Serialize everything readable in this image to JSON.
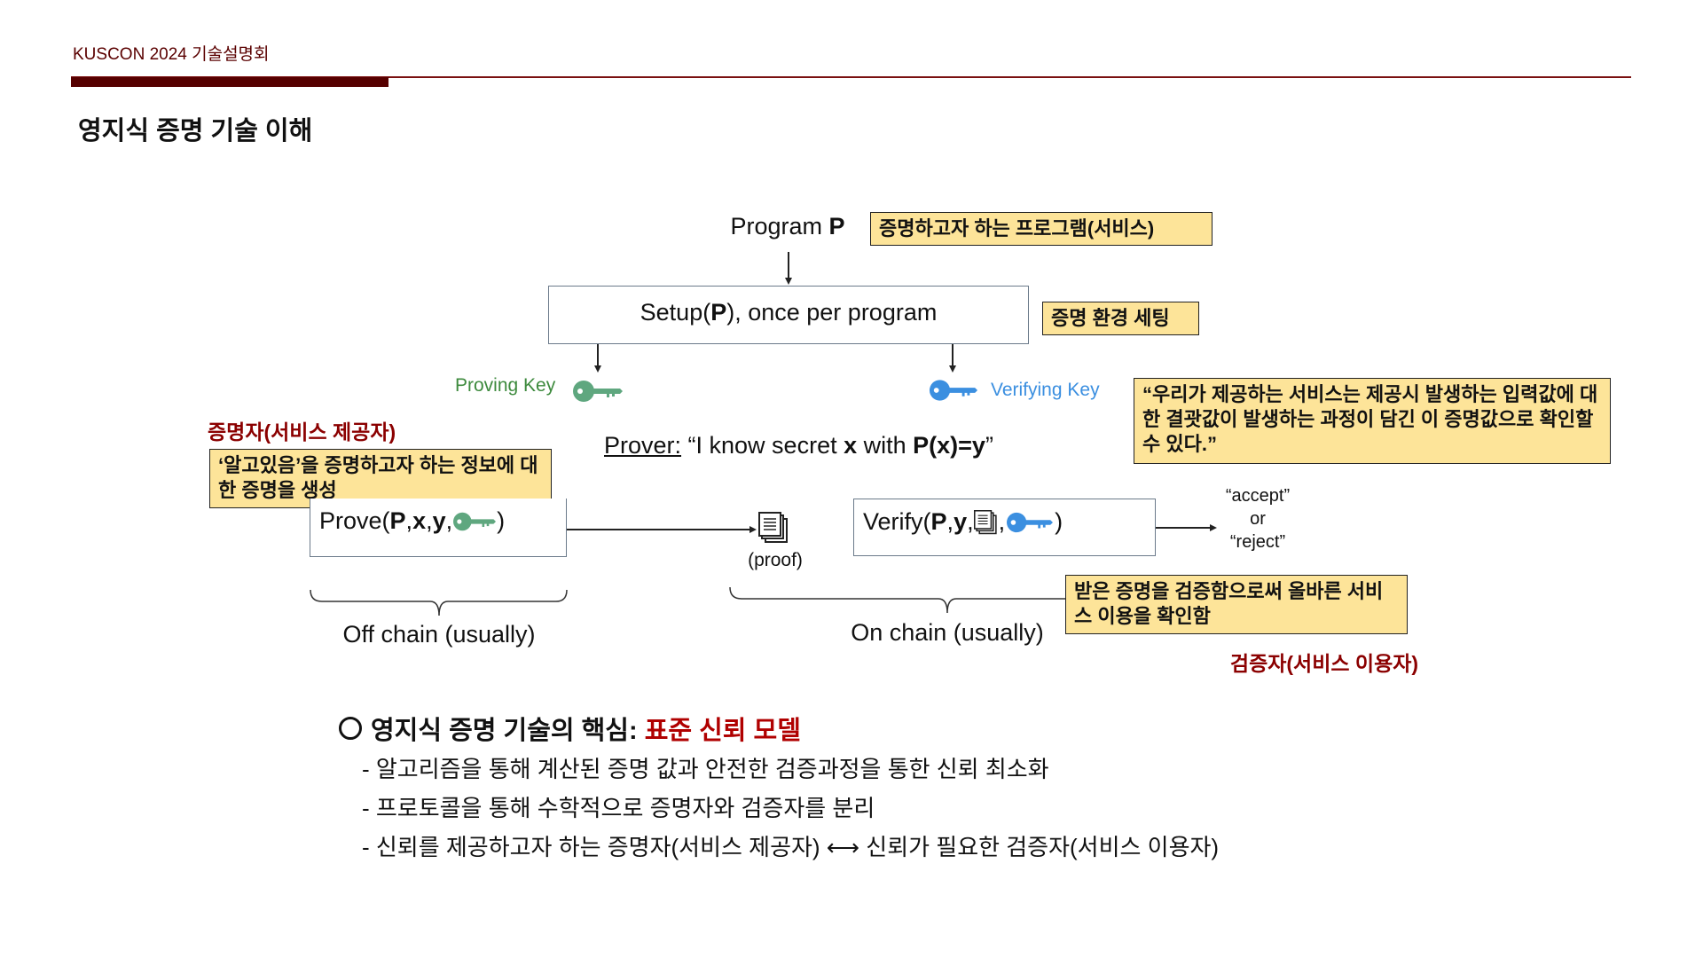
{
  "header": {
    "label": "KUSCON 2024 기술설명회",
    "accent": "#560000"
  },
  "slide": {
    "title": "영지식 증명 기술 이해"
  },
  "diagram": {
    "program": {
      "text": "Program ",
      "bold": "P"
    },
    "program_note": "증명하고자 하는 프로그램(서비스)",
    "setup": {
      "pre": "Setup(",
      "bold": "P",
      "post": "),  once per program"
    },
    "setup_note": "증명 환경 세팅",
    "proving_key": "Proving Key",
    "verifying_key": "Verifying Key",
    "verifier_quote": "“우리가 제공하는 서비스는 제공시 발생하는 입력값에 대한 결괏값이 발생하는 과정이 담긴 이 증명값으로 확인할 수 있다.”",
    "prover_role": "증명자(서비스 제공자)",
    "prover_note": "‘알고있음’을 증명하고자 하는 정보에 대한 증명을 생성",
    "prover_statement": {
      "label": "Prover:",
      "q1": " “I know secret ",
      "x": "x",
      "with": " with ",
      "px": "P(x)=y",
      "q2": "”"
    },
    "prove": {
      "pre": "Prove(",
      "args": "P",
      "c1": ",",
      "x": "x",
      "c2": ",",
      "y": "y",
      "c3": ", ",
      "close": " )"
    },
    "proof_label": "(proof)",
    "verify": {
      "pre": "Verify(",
      "p": "P",
      "c1": ",",
      "y": "y",
      "c2": ", ",
      "c3": " , ",
      "close": " )"
    },
    "result": {
      "accept": "“accept”",
      "or": "or",
      "reject": "“reject”"
    },
    "off_chain": "Off chain (usually)",
    "on_chain": "On chain (usually)",
    "verifier_note": "받은 증명을 검증함으로써 올바른 서비스 이용을 확인함",
    "verifier_role": "검증자(서비스 이용자)",
    "colors": {
      "proving_key": "#5fa77f",
      "verifying_key": "#3b8fe0",
      "note_bg": "#fde499",
      "role": "#8b0000"
    }
  },
  "summary": {
    "heading_prefix": "영지식 증명 기술의 핵심: ",
    "heading_highlight": "표준 신뢰 모델",
    "items": [
      "- 알고리즘을 통해 계산된 증명 값과 안전한 검증과정을 통한 신뢰 최소화",
      "- 프로토콜을 통해 수학적으로 증명자와 검증자를 분리",
      "- 신뢰를 제공하고자 하는 증명자(서비스 제공자) ⟷ 신뢰가 필요한 검증자(서비스 이용자)"
    ]
  }
}
